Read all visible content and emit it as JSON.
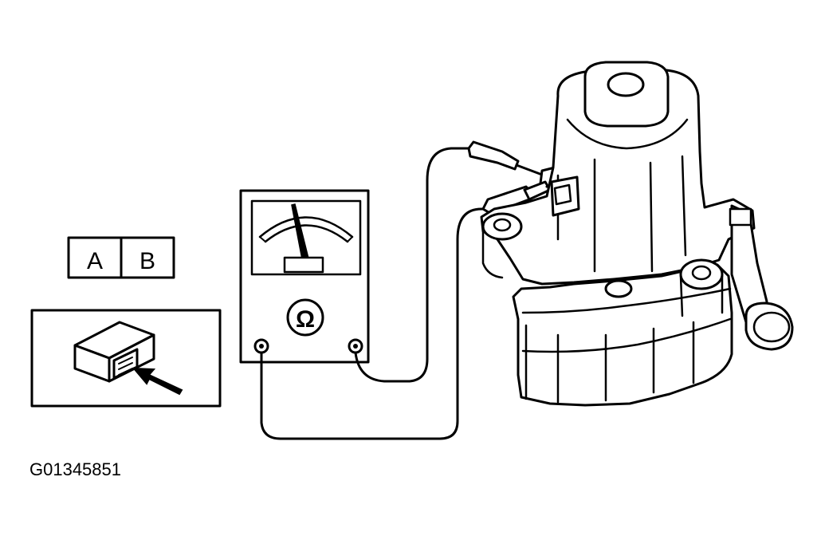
{
  "connector_views": {
    "view_a": "A",
    "view_b": "B"
  },
  "meter": {
    "unit_symbol": "Ω"
  },
  "figure_id": "G01345851",
  "icons": {
    "meter": "ohmmeter-icon",
    "connector": "connector-icon",
    "arrow": "arrow-icon",
    "component": "air-pump-icon"
  }
}
